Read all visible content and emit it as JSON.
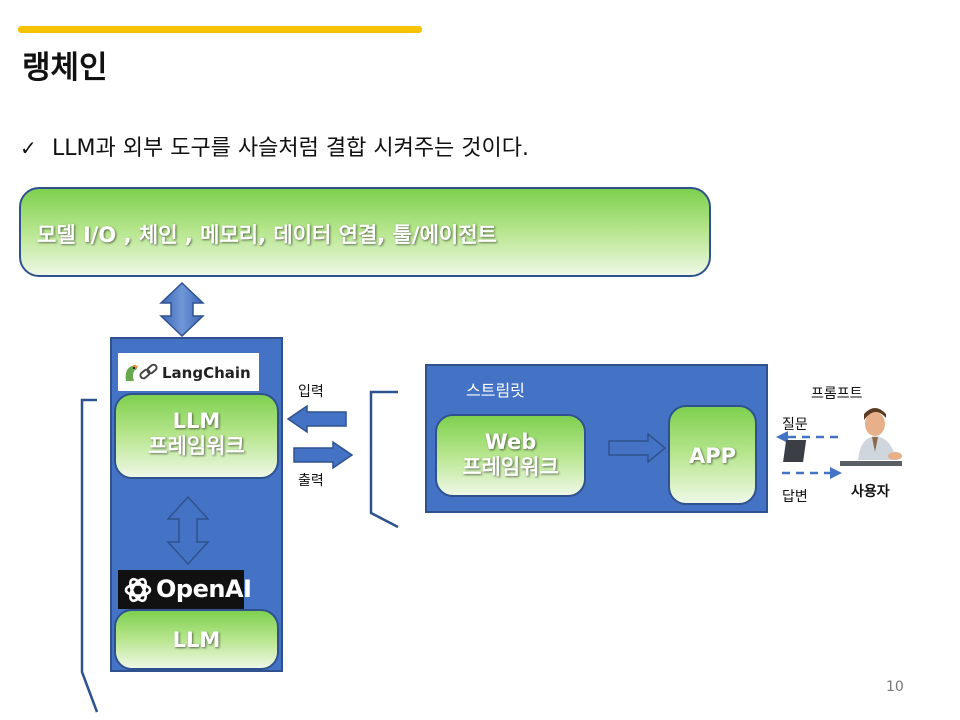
{
  "slide": {
    "title": "랭체인",
    "bullet_check": "✓",
    "bullet": "LLM과 외부 도구를 사슬처럼 결합 시켜주는 것이다.",
    "page_number": "10"
  },
  "diagram": {
    "top_box": "모델 I/O , 체인 , 메모리, 데이터 연결, 툴/에이전트",
    "langchain_logo": "LangChain",
    "llm_framework": [
      "LLM",
      "프레임워크"
    ],
    "openai_logo": "OpenAI",
    "llm": "LLM",
    "input_label": "입력",
    "output_label": "출력",
    "streamlit_label": "스트림릿",
    "web_framework": [
      "Web",
      "프레임워크"
    ],
    "app": "APP",
    "prompt_label": "프롬프트",
    "question_label": "질문",
    "answer_label": "답변",
    "user_label": "사용자"
  },
  "colors": {
    "accent": "#f7c200",
    "panel_blue": "#4472c4",
    "border_blue": "#2f528f",
    "green_top": "#7ed04f",
    "green_bottom": "#eef8e6"
  },
  "icons": [
    "parrot-chain-icon",
    "openai-logo-icon",
    "user-at-computer-icon"
  ]
}
